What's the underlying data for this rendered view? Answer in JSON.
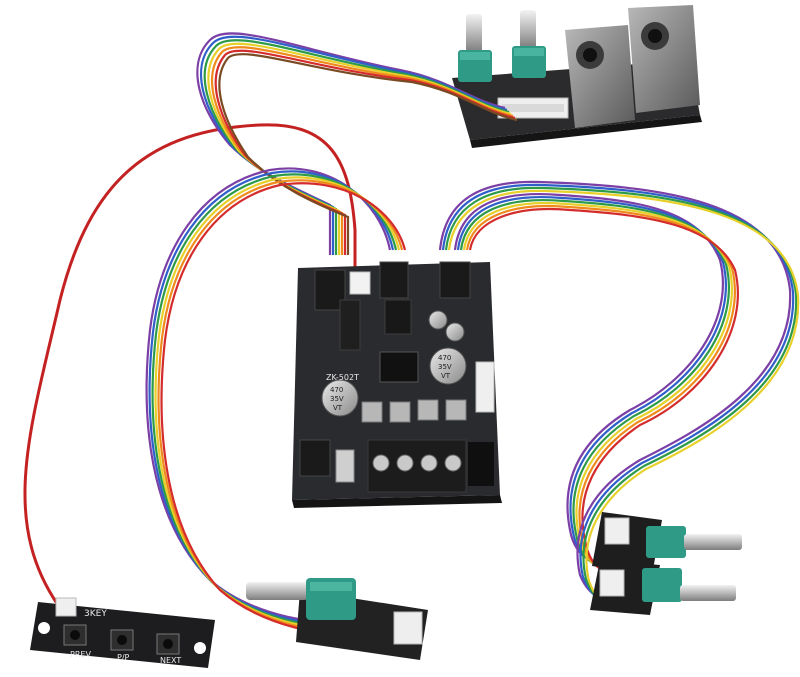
{
  "main_board": {
    "model": "ZK-502T",
    "cap_left": {
      "value": "470",
      "voltage": "35V",
      "series": "VT"
    },
    "cap_right": {
      "value": "470",
      "voltage": "35V",
      "series": "VT"
    }
  },
  "button_board": {
    "title": "3KEY",
    "labels": [
      "PREV",
      "P/P",
      "NEXT"
    ]
  },
  "colors": {
    "background": "#ffffff",
    "pcb": "#2a2b2e",
    "knob_green": "#3a9a86",
    "wire_red": "#d42c2c",
    "ribbon": [
      "#7b3fa6",
      "#2f5fc9",
      "#2d9a48",
      "#e8d02a",
      "#f08a1c",
      "#d42c2c",
      "#7a4a22",
      "#111111"
    ]
  },
  "icons": [
    "potentiometer-icon",
    "audio-jack-icon",
    "terminal-screw-icon",
    "push-button-icon"
  ]
}
